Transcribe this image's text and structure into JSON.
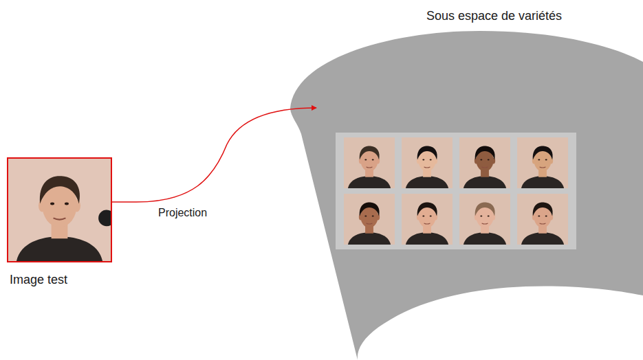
{
  "diagram": {
    "nodes": [
      {
        "text": [
          "Image test"
        ]
      },
      {
        "text": [
          "Sous espace de variétés"
        ]
      }
    ],
    "edges": [
      {
        "from": 0,
        "to": 1,
        "label": "Projection",
        "arrow": "to"
      }
    ]
  }
}
